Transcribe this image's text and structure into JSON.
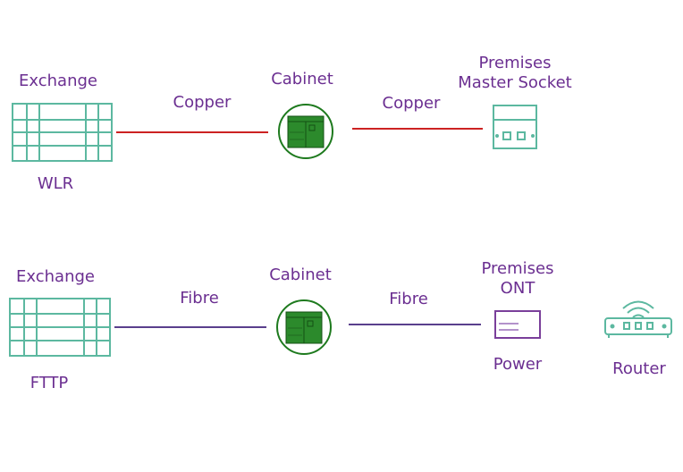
{
  "colors": {
    "label": "#6b2f91",
    "equipment": "#5cb8a0",
    "copper_line": "#cc2222",
    "fibre_line": "#5a3f8c",
    "cabinet_ring": "#1e7a1e",
    "cabinet_fill": "#2c8a2c",
    "ont_outline": "#7a3f9a",
    "router": "#5cb8a0"
  },
  "diagrams": [
    {
      "exchange_label": "Exchange",
      "exchange_sublabel": "WLR",
      "link1_label": "Copper",
      "cabinet_label": "Cabinet",
      "link2_label": "Copper",
      "premises_label_line1": "Premises",
      "premises_label_line2": "Master Socket"
    },
    {
      "exchange_label": "Exchange",
      "exchange_sublabel": "FTTP",
      "link1_label": "Fibre",
      "cabinet_label": "Cabinet",
      "link2_label": "Fibre",
      "premises_label_line1": "Premises",
      "premises_label_line2": "ONT",
      "premises_sublabel": "Power",
      "router_label": "Router"
    }
  ]
}
